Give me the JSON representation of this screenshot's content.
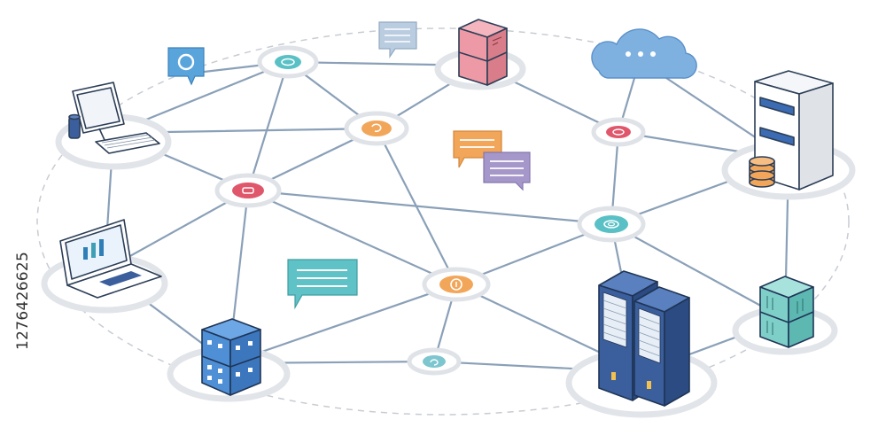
{
  "diagram": {
    "type": "network-topology",
    "colors": {
      "edge": "#7f95ad",
      "ring": "#e3e6ea",
      "outline": "#b9bec6",
      "hub_teal": "#59c1c6",
      "hub_orange": "#f2a65a",
      "hub_red": "#e0566b",
      "cloud": "#7fb1e0",
      "server_blue": "#3b5e9c",
      "building_blue": "#4f8fd6",
      "storage_pink": "#ee9aa6",
      "storage_teal": "#7fcfc9",
      "bubble_teal": "#5fc2c6",
      "bubble_orange": "#f2a65a",
      "bubble_purple": "#a597c9",
      "bubble_gray": "#b9cce0"
    },
    "nodes": [
      {
        "id": "desktop",
        "kind": "desktop-computer",
        "icon": "desktop-computer-icon"
      },
      {
        "id": "laptop",
        "kind": "laptop",
        "icon": "laptop-icon"
      },
      {
        "id": "office",
        "kind": "office-building",
        "icon": "building-icon"
      },
      {
        "id": "rack",
        "kind": "server-rack",
        "icon": "server-rack-icon"
      },
      {
        "id": "storage",
        "kind": "storage-block",
        "icon": "storage-cube-icon"
      },
      {
        "id": "tower",
        "kind": "tower-server",
        "icon": "tower-server-icon"
      },
      {
        "id": "cloud",
        "kind": "cloud",
        "icon": "cloud-icon"
      },
      {
        "id": "pink_box",
        "kind": "storage-box",
        "icon": "pink-storage-icon"
      },
      {
        "id": "h1",
        "kind": "hub",
        "color": "teal",
        "icon": "hub-node-icon"
      },
      {
        "id": "h2",
        "kind": "hub",
        "color": "orange",
        "icon": "hub-node-icon"
      },
      {
        "id": "h3",
        "kind": "hub",
        "color": "red",
        "icon": "hub-node-icon"
      },
      {
        "id": "h4",
        "kind": "hub",
        "color": "red",
        "icon": "hub-node-icon"
      },
      {
        "id": "h5",
        "kind": "hub",
        "color": "teal",
        "icon": "hub-node-icon"
      },
      {
        "id": "h6",
        "kind": "hub",
        "color": "orange",
        "icon": "hub-node-icon"
      },
      {
        "id": "h7",
        "kind": "hub",
        "color": "teal",
        "icon": "hub-node-icon"
      }
    ],
    "edges": [
      [
        "desktop",
        "h1"
      ],
      [
        "desktop",
        "h2"
      ],
      [
        "desktop",
        "h3"
      ],
      [
        "desktop",
        "laptop"
      ],
      [
        "h1",
        "pink_box"
      ],
      [
        "h1",
        "h2"
      ],
      [
        "h1",
        "h3"
      ],
      [
        "h1",
        "chat_blue_link"
      ],
      [
        "pink_box",
        "h2"
      ],
      [
        "pink_box",
        "h4"
      ],
      [
        "h2",
        "h3"
      ],
      [
        "h2",
        "h6"
      ],
      [
        "h3",
        "laptop"
      ],
      [
        "h3",
        "office"
      ],
      [
        "h3",
        "h6"
      ],
      [
        "h3",
        "h5"
      ],
      [
        "h4",
        "cloud"
      ],
      [
        "h4",
        "h5"
      ],
      [
        "h4",
        "tower"
      ],
      [
        "cloud",
        "tower"
      ],
      [
        "tower",
        "h5"
      ],
      [
        "tower",
        "storage"
      ],
      [
        "h5",
        "h6"
      ],
      [
        "h5",
        "rack"
      ],
      [
        "h5",
        "storage"
      ],
      [
        "h6",
        "office"
      ],
      [
        "h6",
        "h7"
      ],
      [
        "h6",
        "rack"
      ],
      [
        "laptop",
        "office"
      ],
      [
        "office",
        "h7"
      ],
      [
        "h7",
        "rack"
      ],
      [
        "rack",
        "storage"
      ]
    ],
    "message_bubbles": [
      {
        "color": "teal",
        "icon": "chat-bubble-icon"
      },
      {
        "color": "orange",
        "icon": "chat-bubble-icon"
      },
      {
        "color": "purple",
        "icon": "chat-bubble-icon"
      },
      {
        "color": "gray",
        "icon": "chat-bubble-icon"
      },
      {
        "color": "blue",
        "icon": "refresh-chat-icon"
      }
    ]
  },
  "side_id": "1276426625"
}
